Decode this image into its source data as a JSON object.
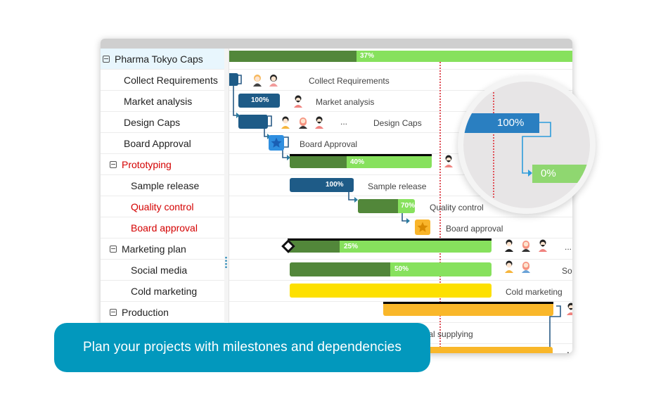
{
  "colors": {
    "task_blue": "#1e5b87",
    "summary_dark_green": "#52873a",
    "summary_light_green": "#87e15d",
    "milestone_blue": "#2f8fe0",
    "milestone_yellow": "#f9b52b",
    "cold_marketing_yellow": "#fde000",
    "production_orange": "#f9b72a",
    "today_line": "#e0525a",
    "banner_bg": "#0298bd",
    "critical_red": "#d40000"
  },
  "grid": {
    "rows": [
      {
        "label": "Pharma Tokyo Caps",
        "level": 0,
        "collapsible": true,
        "critical": false,
        "selected": true
      },
      {
        "label": "Collect Requirements",
        "level": 1,
        "collapsible": false,
        "critical": false
      },
      {
        "label": "Market analysis",
        "level": 1,
        "collapsible": false,
        "critical": false
      },
      {
        "label": "Design Caps",
        "level": 1,
        "collapsible": false,
        "critical": false
      },
      {
        "label": "Board Approval",
        "level": 1,
        "collapsible": false,
        "critical": false
      },
      {
        "label": "Prototyping",
        "level": 1,
        "collapsible": true,
        "critical": true
      },
      {
        "label": "Sample release",
        "level": 2,
        "collapsible": false,
        "critical": false
      },
      {
        "label": "Quality control",
        "level": 2,
        "collapsible": false,
        "critical": true
      },
      {
        "label": "Board approval",
        "level": 2,
        "collapsible": false,
        "critical": true
      },
      {
        "label": "Marketing plan",
        "level": 1,
        "collapsible": true,
        "critical": false
      },
      {
        "label": "Social media",
        "level": 2,
        "collapsible": false,
        "critical": false
      },
      {
        "label": "Cold marketing",
        "level": 2,
        "collapsible": false,
        "critical": false
      },
      {
        "label": "Production",
        "level": 1,
        "collapsible": true,
        "critical": false
      },
      {
        "label": "",
        "level": 2,
        "collapsible": false,
        "critical": false
      },
      {
        "label": "",
        "level": 2,
        "collapsible": false,
        "critical": false
      }
    ]
  },
  "chart": {
    "tasks": [
      {
        "name": "Pharma Tokyo Caps",
        "type": "summary",
        "progress": 37,
        "progress_label": "37%",
        "label": ""
      },
      {
        "name": "Collect Requirements",
        "type": "task",
        "progress": 100,
        "progress_label": "",
        "label": "Collect Requirements",
        "avatars": [
          "woman-orange-hair",
          "woman-dark-hair"
        ]
      },
      {
        "name": "Market analysis",
        "type": "task",
        "progress": 100,
        "progress_label": "100%",
        "label": "Market analysis",
        "avatars": [
          "bearded-man"
        ]
      },
      {
        "name": "Design Caps",
        "type": "task",
        "progress": 100,
        "progress_label": "",
        "label": "Design Caps",
        "avatars": [
          "man-yellow-shirt",
          "woman-red-hair",
          "bearded-man"
        ],
        "more": "..."
      },
      {
        "name": "Board Approval",
        "type": "milestone",
        "label": "Board Approval",
        "icon": "star-icon"
      },
      {
        "name": "Prototyping",
        "type": "summary",
        "progress": 40,
        "progress_label": "40%",
        "label": "",
        "avatars": [
          "bearded-man"
        ]
      },
      {
        "name": "Sample release",
        "type": "task",
        "progress": 100,
        "progress_label": "100%",
        "label": "Sample release"
      },
      {
        "name": "Quality control",
        "type": "task",
        "progress": 70,
        "progress_label": "70%",
        "label": "Quality control"
      },
      {
        "name": "Board approval",
        "type": "milestone",
        "label": "Board approval",
        "icon": "star-icon"
      },
      {
        "name": "Marketing plan",
        "type": "summary",
        "progress": 25,
        "progress_label": "25%",
        "label": "",
        "avatars": [
          "man-dark",
          "woman-red-hair",
          "bearded-man"
        ],
        "more": "..."
      },
      {
        "name": "Social media",
        "type": "task",
        "progress": 50,
        "progress_label": "50%",
        "label": "So",
        "avatars": [
          "man-yellow-shirt",
          "woman-blue-shirt"
        ]
      },
      {
        "name": "Cold marketing",
        "type": "task",
        "progress": 0,
        "progress_label": "",
        "label": "Cold marketing"
      },
      {
        "name": "Production",
        "type": "summary",
        "progress": 0,
        "progress_label": "",
        "label": "",
        "avatars": [
          "bearded-man"
        ]
      },
      {
        "name": "Material supplying",
        "type": "task",
        "progress": 0,
        "progress_label": "",
        "label": "Material supplying"
      },
      {
        "name": "",
        "type": "task",
        "progress": 0,
        "progress_label": "",
        "label": "M"
      }
    ]
  },
  "magnifier": {
    "from_label": "100%",
    "to_label": "0%"
  },
  "banner": {
    "text": "Plan your projects with milestones and dependencies"
  }
}
